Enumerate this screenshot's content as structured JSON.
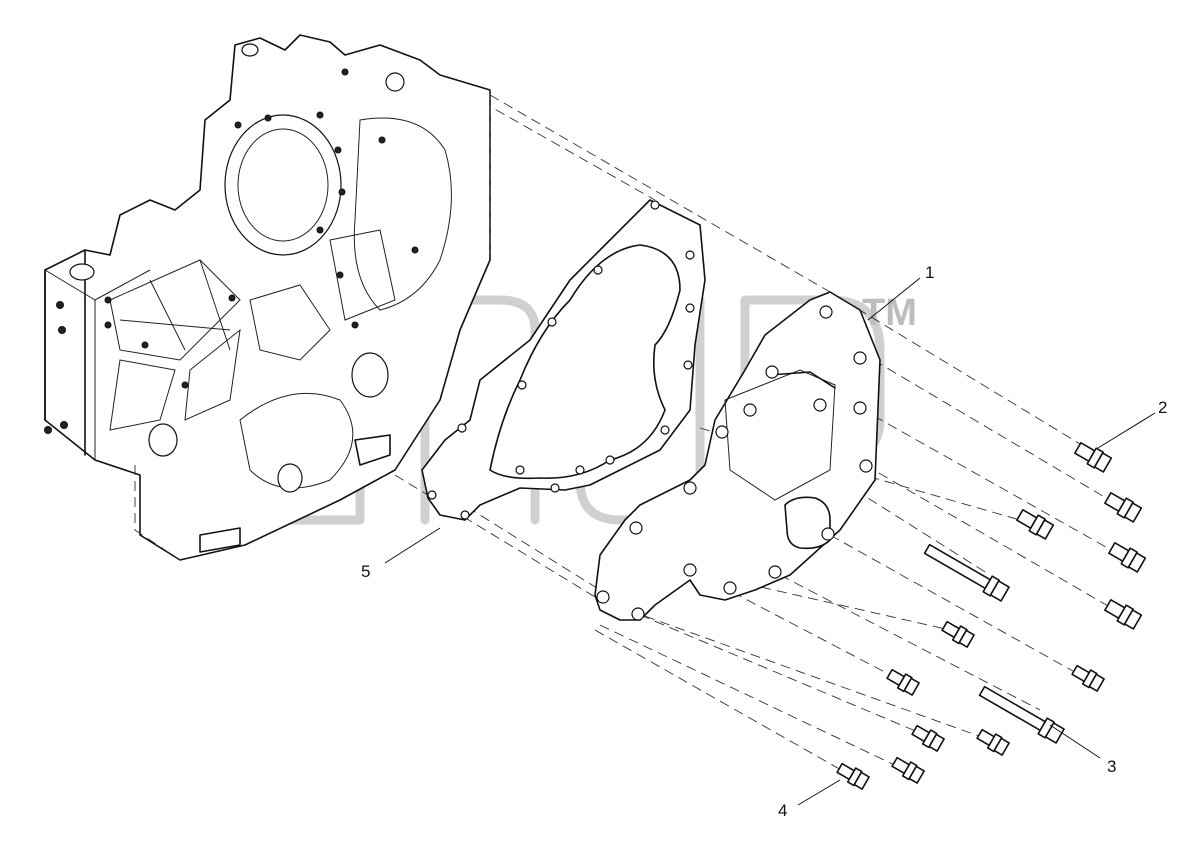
{
  "diagram": {
    "callouts": [
      {
        "id": "1",
        "label": "1"
      },
      {
        "id": "2",
        "label": "2"
      },
      {
        "id": "3",
        "label": "3"
      },
      {
        "id": "4",
        "label": "4"
      },
      {
        "id": "5",
        "label": "5"
      }
    ],
    "watermark": {
      "trademark": "TM"
    }
  },
  "colors": {
    "line": "#111111",
    "background": "#ffffff",
    "watermark": "#c8c8c8"
  }
}
